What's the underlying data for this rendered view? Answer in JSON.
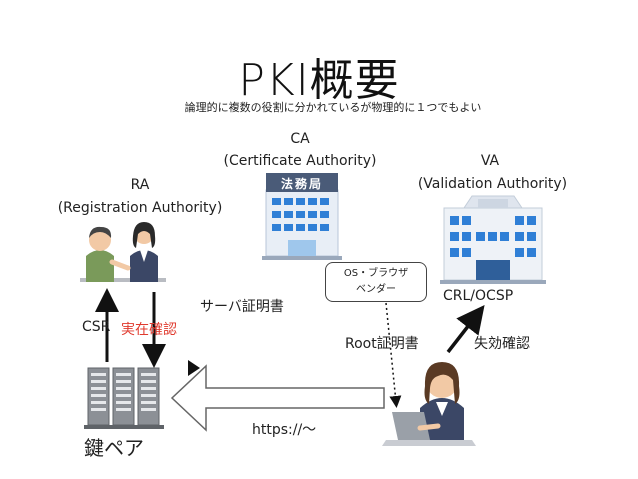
{
  "title": "PKI概要",
  "subtitle": "論理的に複数の役割に分かれているが物理的に１つでもよい",
  "ca": {
    "abbr": "CA",
    "full": "(Certificate Authority)",
    "sign": "法務局"
  },
  "ra": {
    "abbr": "RA",
    "full": "(Registration Authority)"
  },
  "va": {
    "abbr": "VA",
    "full": "(Validation Authority)"
  },
  "labels": {
    "server_cert": "サーバ証明書",
    "csr": "CSR",
    "identity_check": "実在確認",
    "key_pair": "鍵ペア",
    "https": "https://〜",
    "root_cert": "Root証明書",
    "revocation_check": "失効確認",
    "crl_ocsp": "CRL/OCSP",
    "vendor_line1": "OS・ブラウザ",
    "vendor_line2": "ベンダー"
  },
  "colors": {
    "building_blue": "#2f7fd6",
    "red_text": "#e03a2e",
    "arrow_gray": "#666666"
  }
}
